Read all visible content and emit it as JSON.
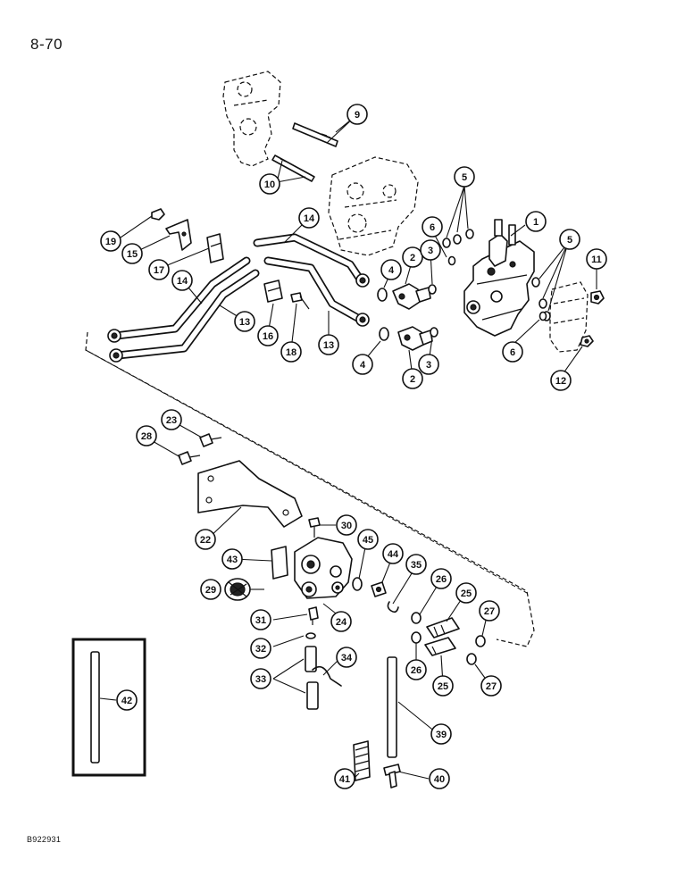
{
  "page_number": "8-70",
  "document_code": "B922931",
  "callout_labels": {
    "c1": "1",
    "c2a": "2",
    "c2b": "2",
    "c3a": "3",
    "c3b": "3",
    "c4a": "4",
    "c4b": "4",
    "c5a": "5",
    "c5b": "5",
    "c6a": "6",
    "c6b": "6",
    "c9": "9",
    "c10": "10",
    "c11": "11",
    "c12": "12",
    "c13a": "13",
    "c13b": "13",
    "c14a": "14",
    "c14b": "14",
    "c15": "15",
    "c16": "16",
    "c17": "17",
    "c18": "18",
    "c19": "19",
    "c22": "22",
    "c23": "23",
    "c24": "24",
    "c25a": "25",
    "c25b": "25",
    "c26a": "26",
    "c26b": "26",
    "c27a": "27",
    "c27b": "27",
    "c28": "28",
    "c29": "29",
    "c30": "30",
    "c31": "31",
    "c32": "32",
    "c33": "33",
    "c34": "34",
    "c35": "35",
    "c39": "39",
    "c40": "40",
    "c41": "41",
    "c42": "42",
    "c43": "43",
    "c44": "44",
    "c45": "45"
  }
}
